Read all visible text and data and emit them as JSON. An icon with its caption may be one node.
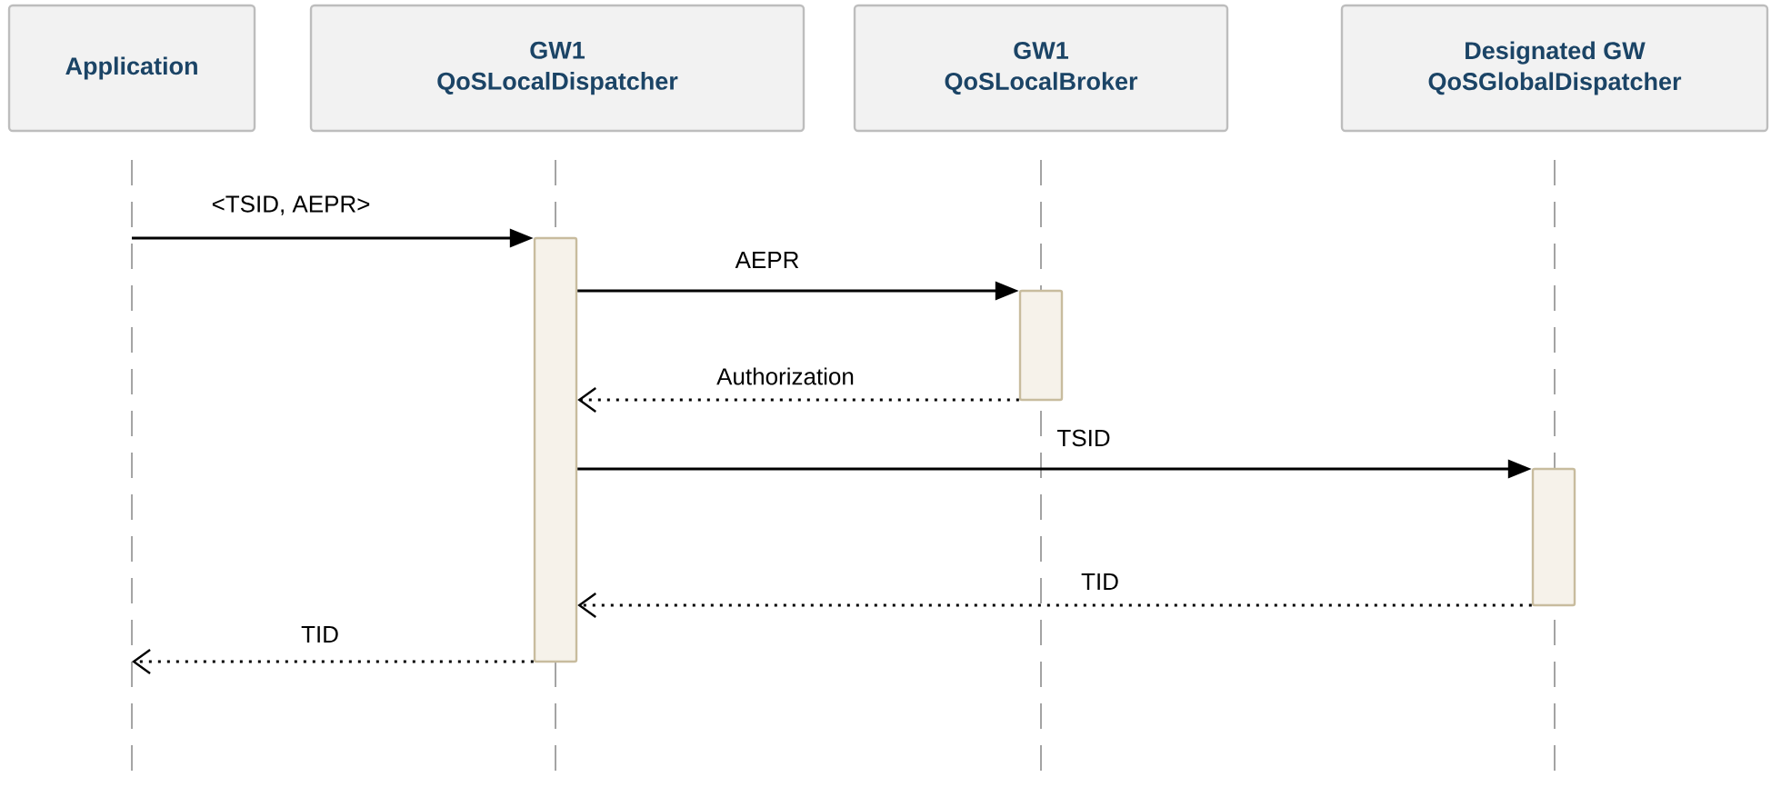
{
  "diagram": {
    "nodes": [
      {
        "text": [
          "Application"
        ]
      },
      {
        "text": [
          "GW1",
          "QoSLocalDispatcher"
        ]
      },
      {
        "text": [
          "GW1",
          "QoSLocalBroker"
        ]
      },
      {
        "text": [
          "Designated GW",
          "QoSGlobalDispatcher"
        ]
      },
      {
        "text": [],
        "shape": "bar"
      },
      {
        "text": [],
        "shape": "bar"
      },
      {
        "text": [],
        "shape": "bar"
      }
    ],
    "edges": [
      {
        "from": null,
        "to": 4,
        "arrow": "to",
        "label": "<TSID, AEPR>"
      },
      {
        "from": 4,
        "to": 5,
        "arrow": "to",
        "label": "AEPR"
      },
      {
        "from": 5,
        "to": 4,
        "arrow": "to",
        "label": "Authorization",
        "style": "dashed"
      },
      {
        "from": 4,
        "to": 6,
        "arrow": "to",
        "label": "TSID"
      },
      {
        "from": 6,
        "to": 4,
        "arrow": "to",
        "label": "TID",
        "style": "dashed"
      },
      {
        "from": 4,
        "to": null,
        "arrow": "to",
        "label": "TID",
        "style": "dashed"
      }
    ]
  }
}
